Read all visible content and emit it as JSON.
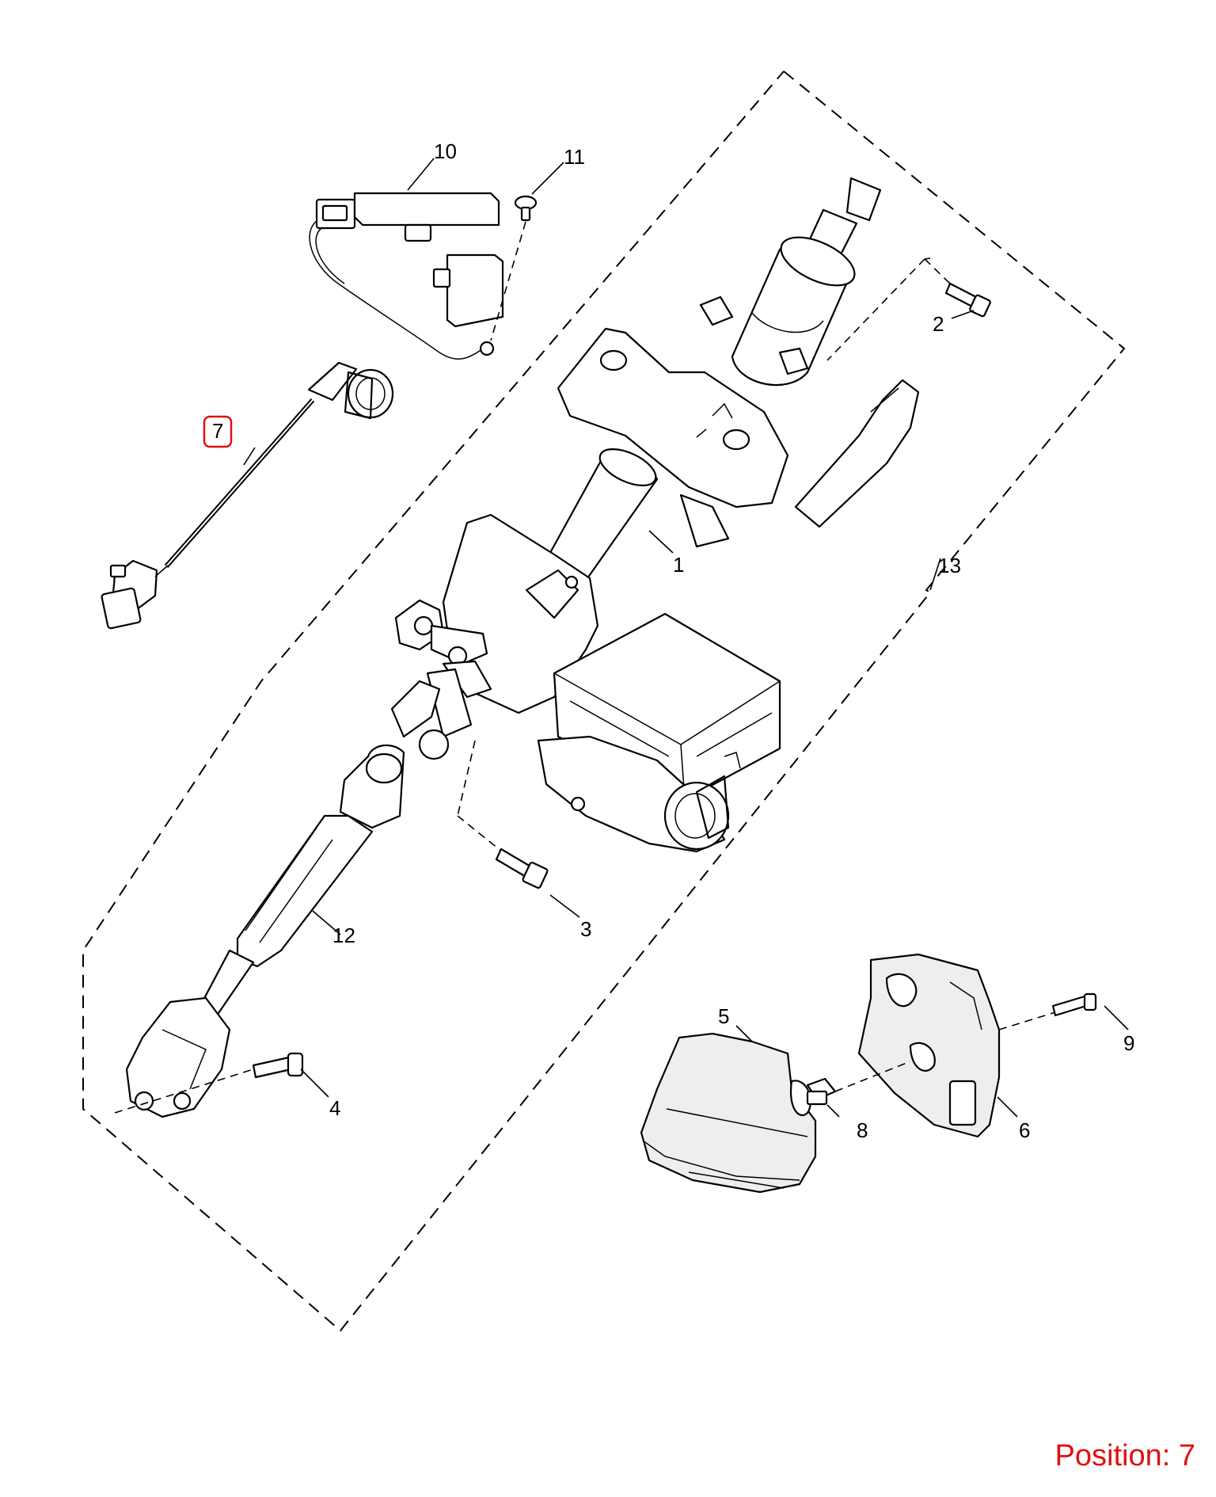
{
  "position": {
    "label": "Position: 7",
    "color": "#e01010"
  },
  "highlight": {
    "callout": "7",
    "color": "#e01010"
  },
  "callouts": [
    "1",
    "2",
    "3",
    "4",
    "5",
    "6",
    "7",
    "8",
    "9",
    "10",
    "11",
    "12",
    "13"
  ]
}
